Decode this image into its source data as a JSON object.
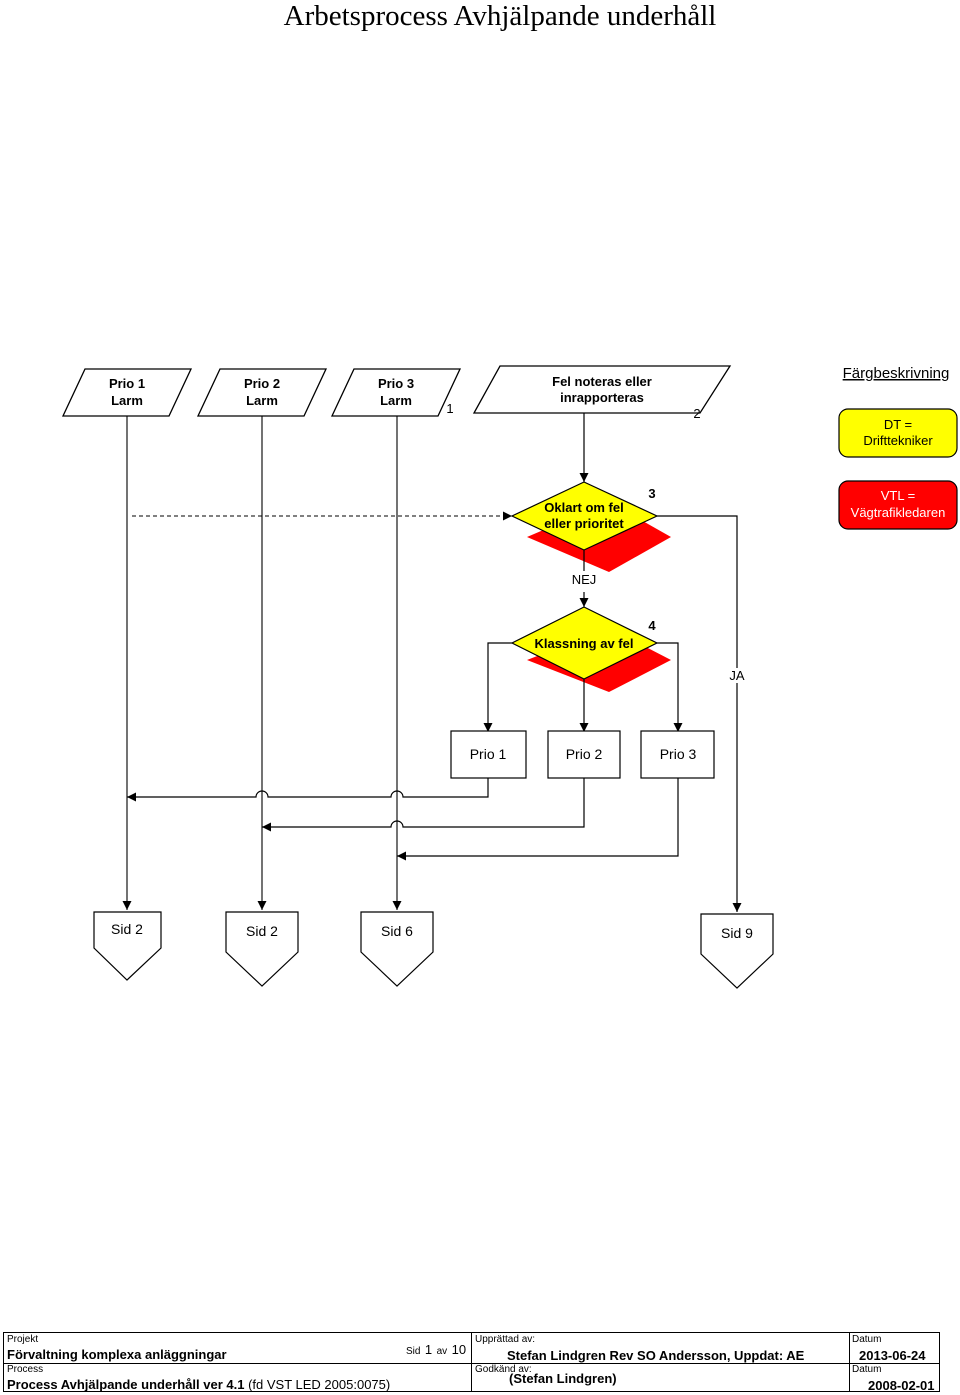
{
  "title": "Arbetsprocess Avhjälpande underhåll",
  "inputs": [
    {
      "line1": "Prio 1",
      "line2": "Larm"
    },
    {
      "line1": "Prio 2",
      "line2": "Larm"
    },
    {
      "line1": "Prio 3",
      "line2": "Larm"
    }
  ],
  "step1_number": "1",
  "fault_box": {
    "line1": "Fel noteras eller",
    "line2": "inrapporteras"
  },
  "step2_number": "2",
  "legend": {
    "title": "Färgbeskrivning",
    "dt": {
      "line1": "DT =",
      "line2": "Drifttekniker",
      "color": "#ffff00"
    },
    "vtl": {
      "line1": "VTL =",
      "line2": "Vägtrafikledaren",
      "color": "#ff0000"
    }
  },
  "decision1": {
    "line1": "Oklart om fel",
    "line2": "eller prioritet",
    "number": "3"
  },
  "nej_label": "NEJ",
  "ja_label": "JA",
  "decision2": {
    "label": "Klassning av fel",
    "number": "4"
  },
  "prio_boxes": [
    "Prio 1",
    "Prio 2",
    "Prio 3"
  ],
  "offpage": [
    "Sid 2",
    "Sid 2",
    "Sid 6",
    "Sid 9"
  ],
  "footer": {
    "projekt_label": "Projekt",
    "projekt_value": "Förvaltning komplexa anläggningar",
    "process_label": "Process",
    "process_value_main": "Process Avhjälpande underhåll ver 4.1",
    "process_value_note": "(fd VST LED 2005:0075)",
    "sid_prefix": "Sid",
    "sid_current": "1",
    "sid_av": "av",
    "sid_total": "10",
    "upprattad_label": "Upprättad av:",
    "upprattad_value": "Stefan Lindgren  Rev SO Andersson, Uppdat: AE",
    "godkand_label": "Godkänd av:",
    "godkand_value": "(Stefan Lindgren)",
    "datum_label_1": "Datum",
    "datum_value_1": "2013-06-24",
    "datum_label_2": "Datum",
    "datum_value_2": "2008-02-01"
  }
}
